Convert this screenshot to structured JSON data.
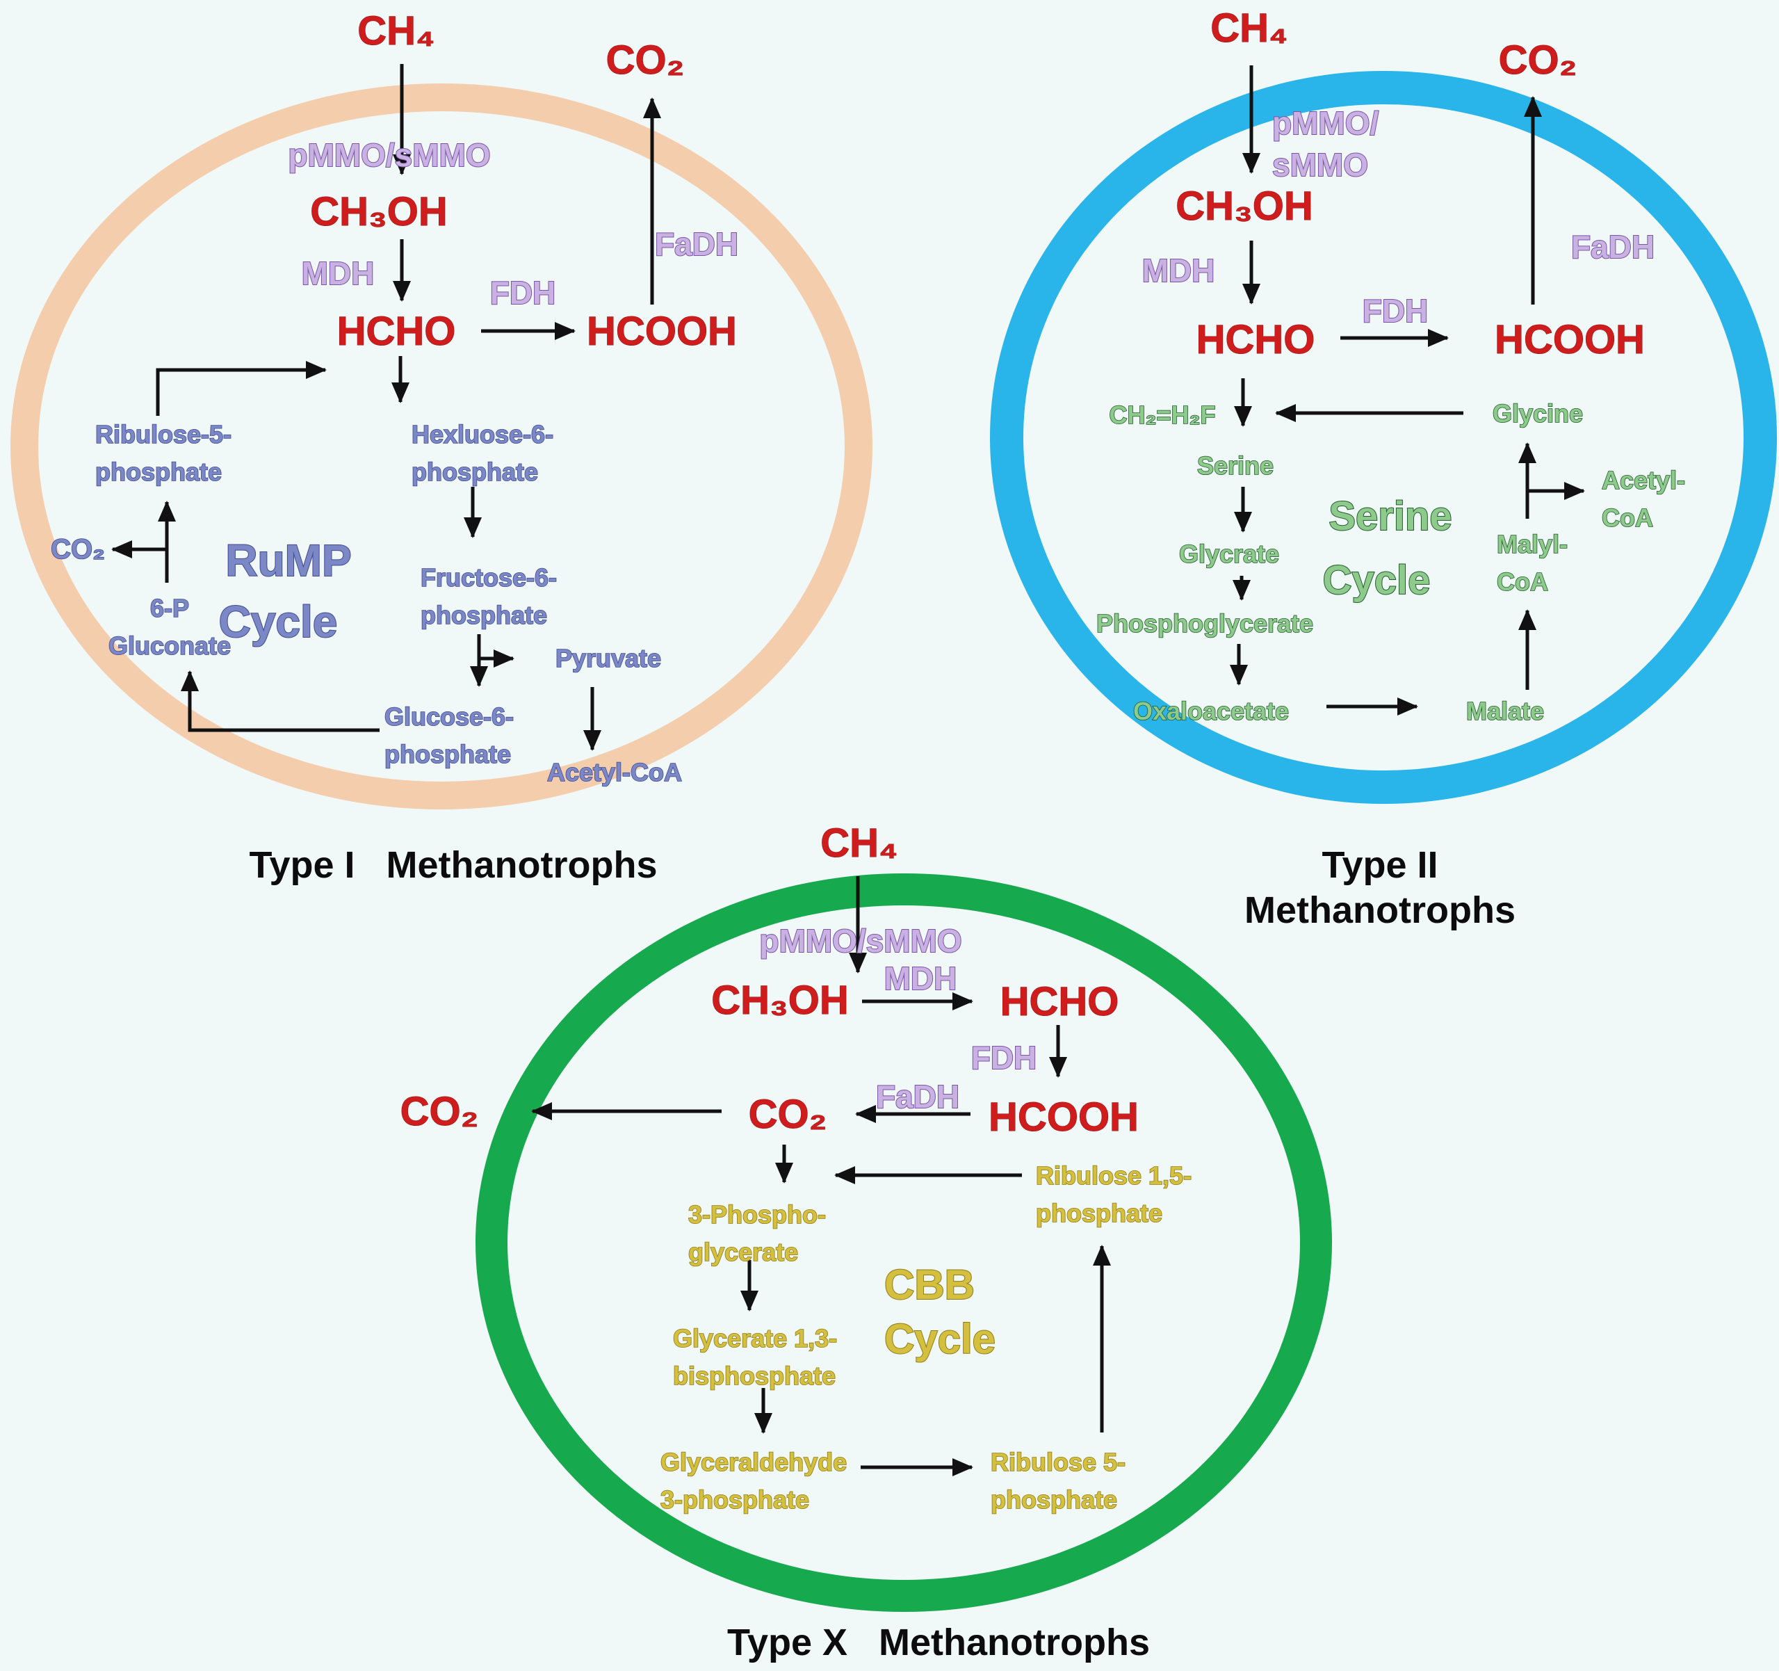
{
  "colors": {
    "background": "#f0f8f8",
    "membrane_type1": "#f4cdad",
    "membrane_type2": "#29b4ea",
    "membrane_type3": "#17a94e",
    "species_red": "#cf1c1c",
    "enzyme_purple": "#c9b2e2",
    "rump_blue": "#7c87c6",
    "serine_green": "#8fca8d",
    "cbb_gold": "#d5bf3e",
    "arrow_black": "#111111",
    "title_black": "#0c0c0c"
  },
  "t1": {
    "title": "Type I   Methanotrophs",
    "ch4": "CH₄",
    "co2_top": "CO₂",
    "pmmo": "pMMO/sMMO",
    "ch3oh": "CH₃OH",
    "mdh": "MDH",
    "fdh": "FDH",
    "hcho": "HCHO",
    "fadh": "FaDH",
    "hcooh": "HCOOH",
    "ribulose5p": "Ribulose-5-\nphosphate",
    "hexulose6p": "Hexluose-6-\nphosphate",
    "co2_small": "CO₂",
    "cycle_word1": "RuMP",
    "cycle_word2": "Cycle",
    "gluconate6p": "6-P\nGluconate",
    "fructose6p": "Fructose-6-\nphosphate",
    "pyruvate": "Pyruvate",
    "glucose6p": "Glucose-6-\nphosphate",
    "acetyl_coa": "Acetyl-CoA"
  },
  "t2": {
    "title": "Type II   Methanotrophs",
    "ch4": "CH₄",
    "co2": "CO₂",
    "pmmo": "pMMO/\nsMMO",
    "ch3oh": "CH₃OH",
    "mdh": "MDH",
    "fdh": "FDH",
    "hcho": "HCHO",
    "fadh": "FaDH",
    "hcooh": "HCOOH",
    "ch2h2f": "CH₂=H₂F",
    "glycine": "Glycine",
    "serine": "Serine",
    "glycrate": "Glycrate",
    "cycle_word1": "Serine",
    "cycle_word2": "Cycle",
    "malyl_coa": "Malyl-\nCoA",
    "acetyl_coa": "Acetyl-\nCoA",
    "phosphoglycerate": "Phosphoglycerate",
    "oxaloacetate": "Oxaloacetate",
    "malate": "Malate"
  },
  "t3": {
    "title": "Type X   Methanotrophs",
    "ch4": "CH₄",
    "pmmo": "pMMO/sMMO",
    "mdh": "MDH",
    "ch3oh": "CH₃OH",
    "hcho": "HCHO",
    "fdh": "FDH",
    "fadh": "FaDH",
    "hcooh": "HCOOH",
    "co2_inner": "CO₂",
    "co2_outer": "CO₂",
    "ribulose15p": "Ribulose 1,5-\nphosphate",
    "phospho3glycerate": "3-Phospho-\nglycerate",
    "cycle_word1": "CBB",
    "cycle_word2": "Cycle",
    "glycerate13bp": "Glycerate 1,3-\nbisphosphate",
    "glyceraldehyde3p": "Glyceraldehyde\n3-phosphate",
    "ribulose5p": "Ribulose 5-\nphosphate"
  }
}
